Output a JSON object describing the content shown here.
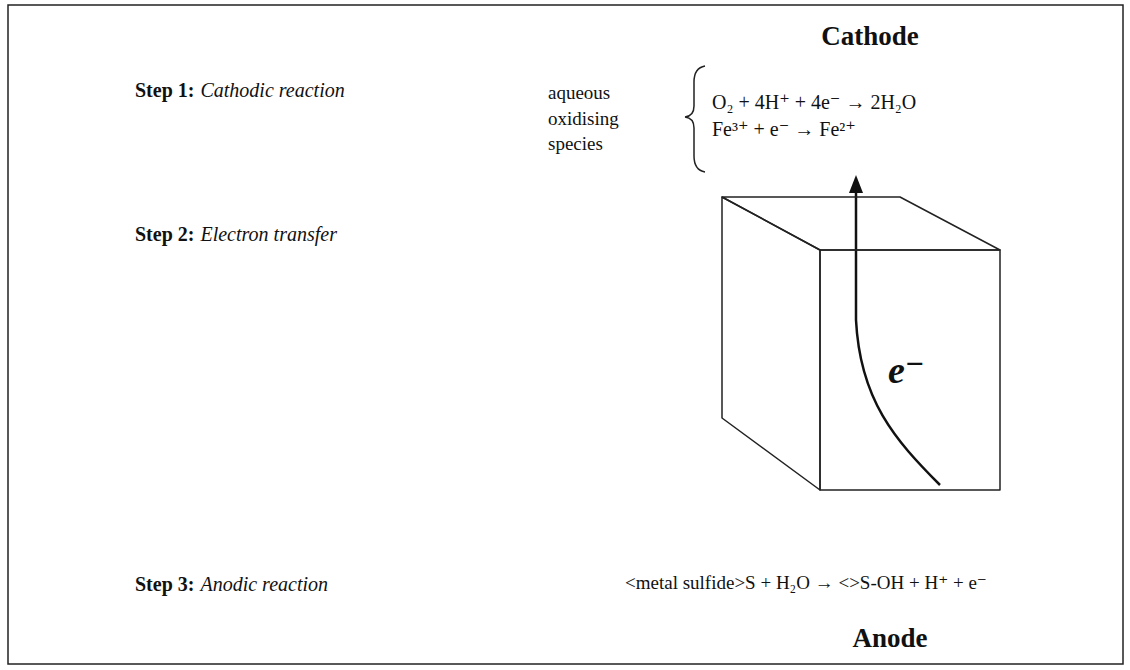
{
  "diagram": {
    "nodes": [
      {
        "text": [
          "e⁻"
        ]
      }
    ],
    "labels": [
      "Cathode",
      "Step 1:",
      "Cathodic reaction",
      "aqueous oxidising species",
      "O₂ + 4H⁺ + 4e⁻ → 2H₂O",
      "Fe³⁺ + e⁻ → Fe²⁺",
      "Step 2:",
      "Electron transfer",
      "Step 3:",
      "Anodic reaction",
      "<metal sulfide>S + H₂O → <>S-OH + H⁺ + e⁻",
      "Anode"
    ]
  }
}
